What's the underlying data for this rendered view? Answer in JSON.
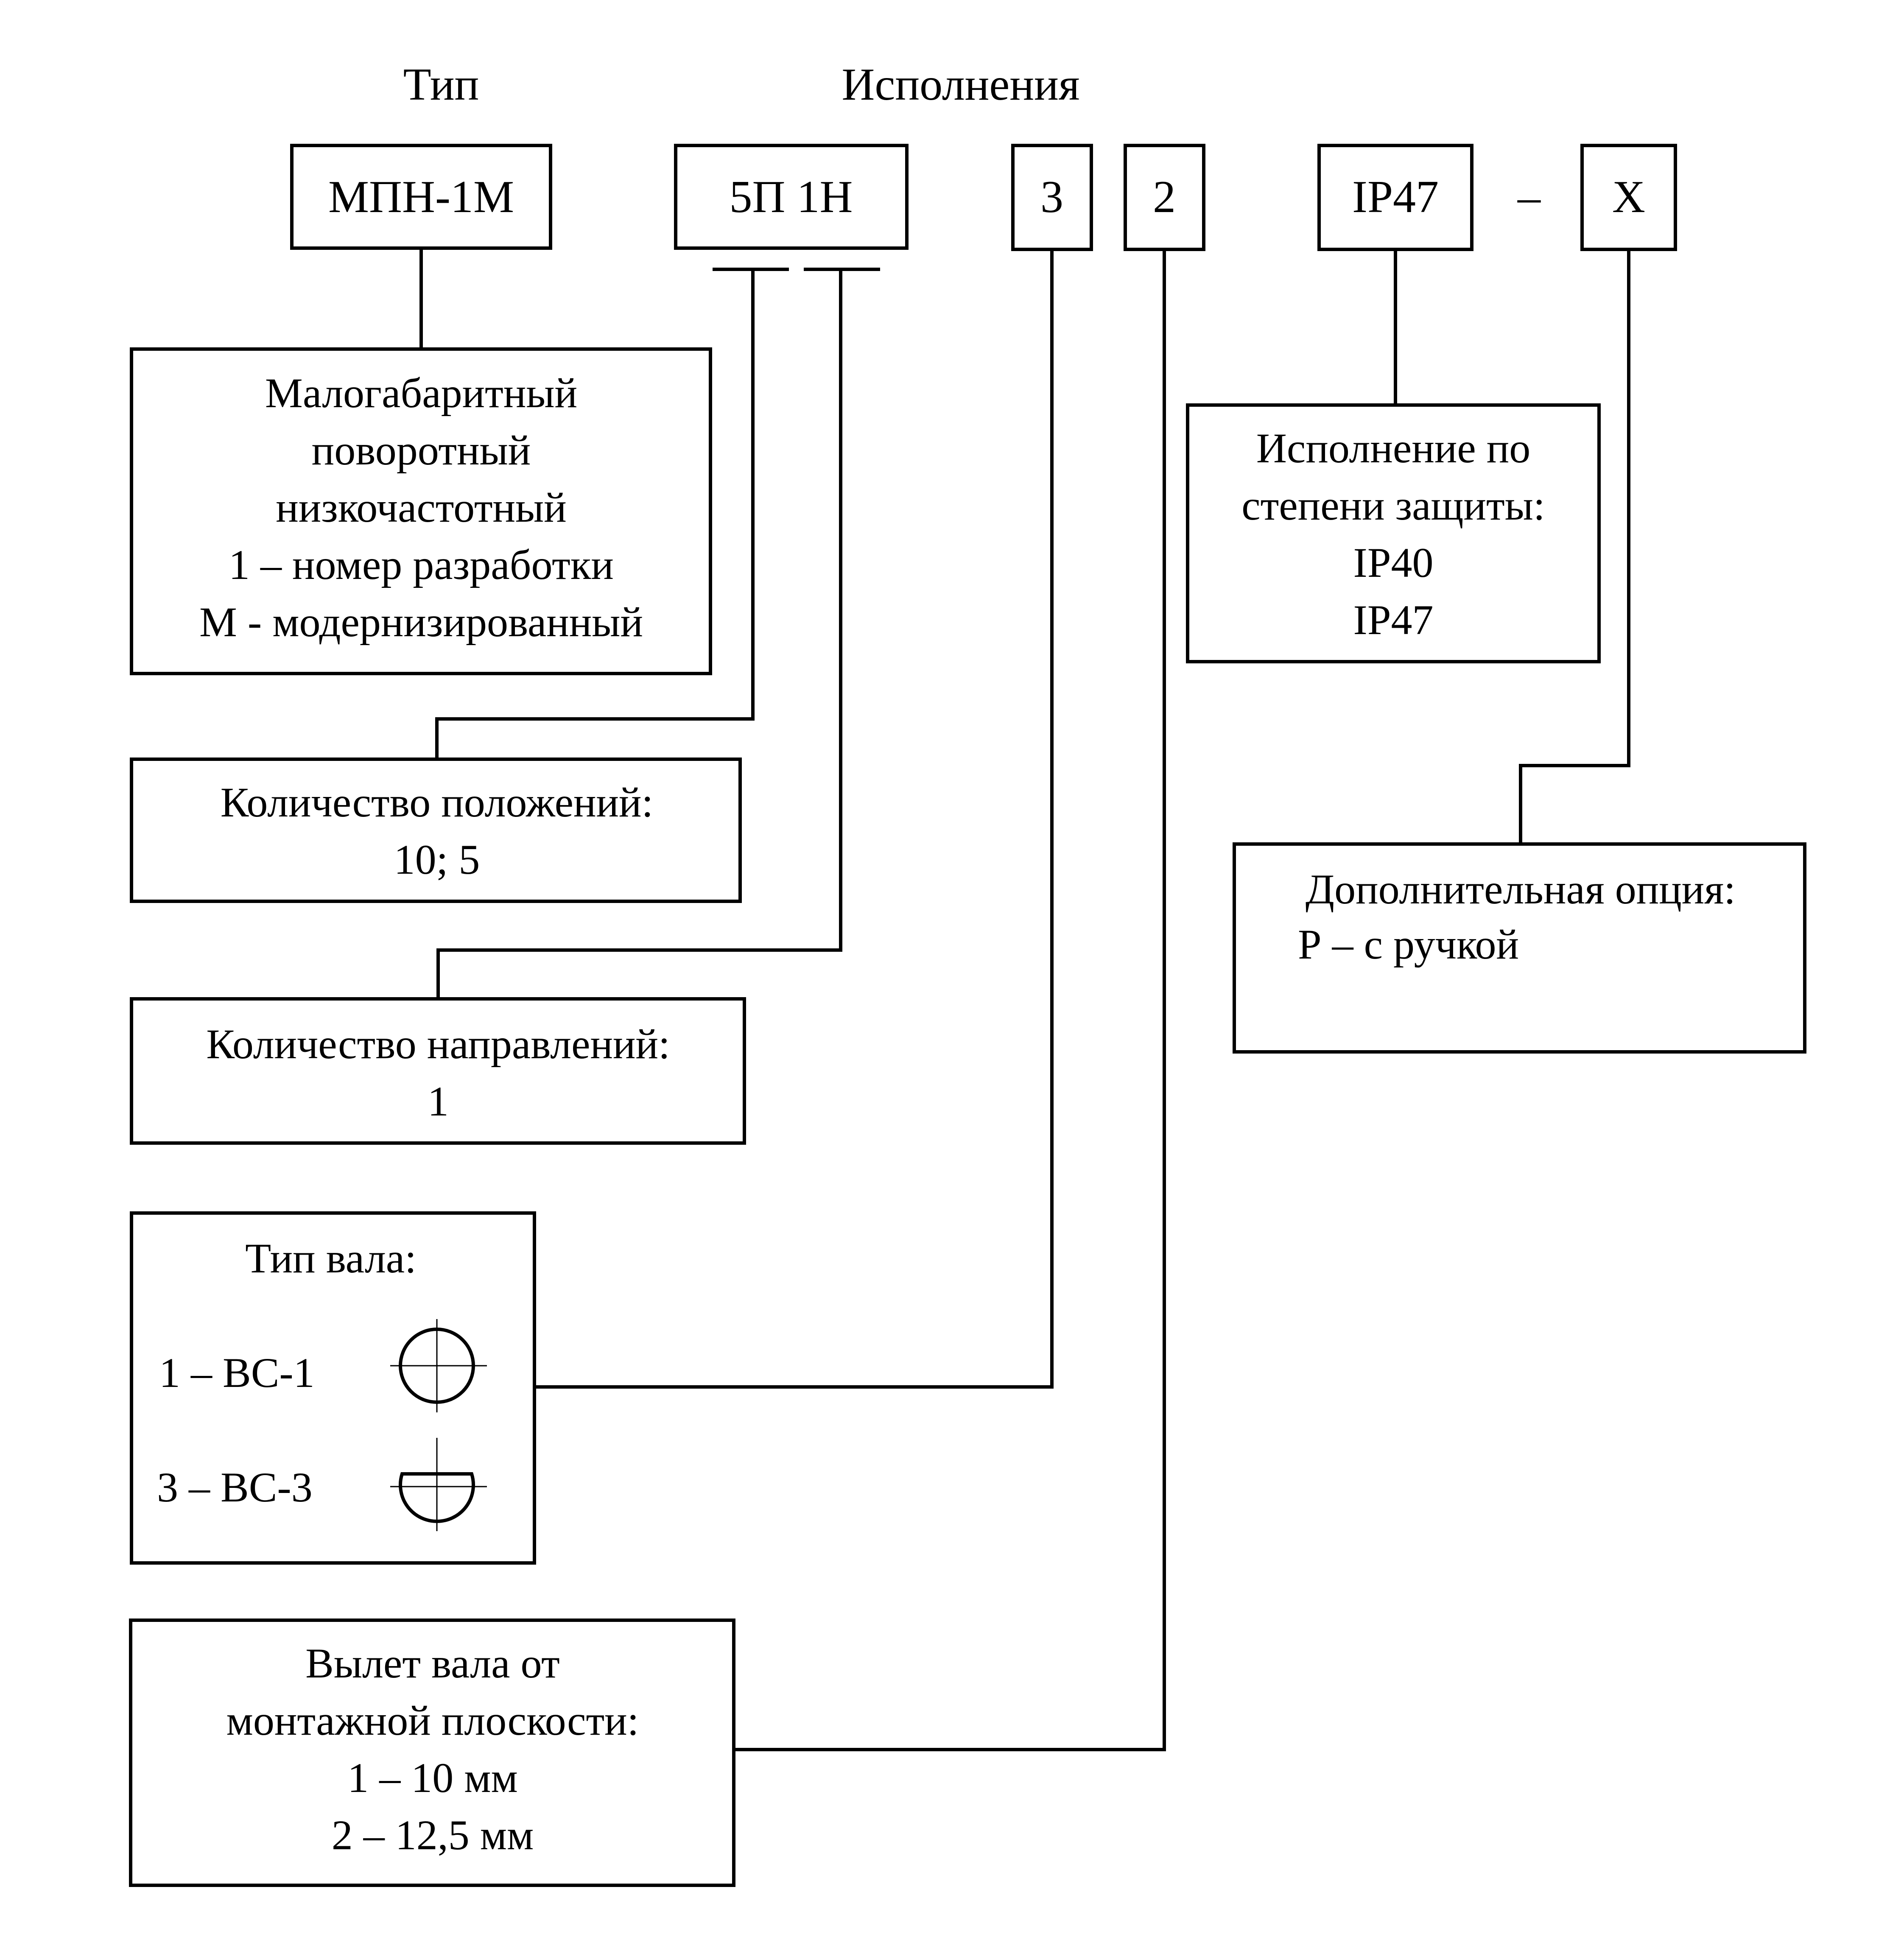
{
  "headers": {
    "type": "Тип",
    "variants": "Исполнения"
  },
  "code": {
    "type": "МПН-1М",
    "positions_dirs": "5П 1Н",
    "shaft_type": "3",
    "shaft_extension": "2",
    "protection": "IP47",
    "dash": "–",
    "option": "X"
  },
  "desc_type": {
    "lines": [
      "Малогабаритный",
      "поворотный",
      "низкочастотный",
      "1 – номер разработки",
      "М - модернизированный"
    ]
  },
  "desc_positions": {
    "lines": [
      "Количество положений:",
      "10; 5"
    ]
  },
  "desc_directions": {
    "lines": [
      "Количество направлений:",
      "1"
    ]
  },
  "desc_shaft_type": {
    "title": "Тип вала:",
    "items": [
      {
        "label": "1 – ВС-1",
        "icon": "round-shaft-icon"
      },
      {
        "label": "3 – ВС-3",
        "icon": "d-shaft-icon"
      }
    ]
  },
  "desc_shaft_extension": {
    "lines": [
      "Вылет вала от",
      "монтажной плоскости:",
      "1 – 10 мм",
      "2 – 12,5 мм"
    ]
  },
  "desc_protection": {
    "lines": [
      "Исполнение по",
      "степени защиты:",
      "IP40",
      "IP47"
    ]
  },
  "desc_option": {
    "lines": [
      "Дополнительная опция:",
      "Р – с ручкой"
    ]
  }
}
